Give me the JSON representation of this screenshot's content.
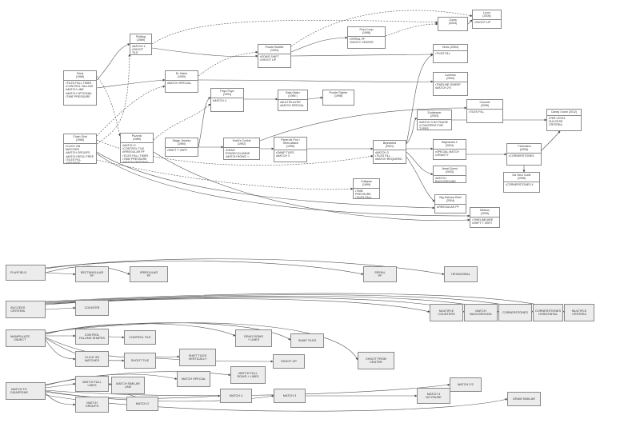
{
  "history": {
    "tetris": {
      "title": "Tetris\n(1985)",
      "items": "•TILES FALL TIMES\n•CONTROL FALLING\n•MATCH LINE\n•MATCH OPTIONAL\n•TIME PRESSURE"
    },
    "chain_shot": {
      "title": "Chain Shot\n(1985)",
      "items": "•CLICK ON MATCHES\n•MATCH GROUPS\n•MATCH REGL FREE\n•TILES FILL\n•OPTIMIZE"
    },
    "plotting": {
      "title": "Plotting\n(1989)",
      "items": "•MATCH 2\n•SHOOT TILE"
    },
    "puyo_puyo": {
      "title": "Puyo Puyo\n(1991)",
      "items": "•MATCH 4"
    },
    "dr_mario": {
      "title": "Dr. Mario\n(1990)",
      "items": "•MATCH SPECIAL"
    },
    "puzznic": {
      "title": "Puzznic\n(1989)",
      "items": "•MATCH 2\n•CONTROL TILE\n•IRREGULAR PF\n•TILES FALL TIMES\n•TIME PRESSURE\n•MATCH OPTIONAL"
    },
    "magic_jewelry": {
      "title": "Magic Jewelry\n(1990)",
      "items": "•SHIFT T VERT"
    },
    "puzzle_bobble": {
      "title": "Puzzle Bobble\n(1994)",
      "items": "•ROWS SHIFT\n•SHOOT UP"
    },
    "baku_baku": {
      "title": "Baku Baku\n(1995 )",
      "items": "•MULTIPLAYER\n•MATCH SPECIAL"
    },
    "puzzle_fighter": {
      "title": "Puzzle Fighter\n(1996)",
      "items": ""
    },
    "yoshis_cookie": {
      "title": "Yoshi's Cookie\n(1992)",
      "items": "•DRAG ROWS/COLUMNS\n•MATCH ROWS + LINES\n•TILES FILL TOP/RIGHT"
    },
    "panel_de_pon": {
      "title": "Panel de Pon  /\nTetris Attack\n(1995)",
      "items": "•SWAP TILES\n•MATCH 3"
    },
    "collapse": {
      "title": "Collapse\n(1999)",
      "items": "•TIME PRESSURE\n•TILES FALL TIMES"
    },
    "bejeweled": {
      "title": "Bejeweled\n(2001)",
      "items": "•MATCH 3\n•TILES FILL\n•MATCH REQUIRED"
    },
    "zookeeper": {
      "title": "Zookeeper\n(2003)",
      "items": "•MATCH 3 NO PAUSE\n•COUNTERS FOR TYPES"
    },
    "bejeweled_2": {
      "title": "Bejeweled 2\n(2004)",
      "items": "•SPECIAL MATCH\n•GRAVITY"
    },
    "jewel_quest": {
      "title": "Jewel Quest\n(2004)",
      "items": "•MATCH BACKGROUND"
    },
    "big_kahuna": {
      "title": "Big Kahuna Reef\n(2004)",
      "items": "•IRREGULAR PF"
    },
    "zuma": {
      "title": "Zuma\n(2003)",
      "items": ""
    },
    "luxor": {
      "title": "Luxor\n(2005)",
      "items": "•SHOOT UP"
    },
    "puzz_loop": {
      "title": "Puzz Loop\n(1998)",
      "items": "•SPIRAL PF\n•SHOOT CENTER"
    },
    "hexic": {
      "title": "Hexic (2004)",
      "items": "•TILES FILL"
    },
    "lumines": {
      "title": "Lumines\n(2004)",
      "items": "•TIMELINE SWEEP\n•MATCH 2*2"
    },
    "chuzzle": {
      "title": "Chuzzle\n(2005)",
      "items": "•TILES FILL"
    },
    "candy_crush": {
      "title": "Candy Crush (2012)",
      "items": "•PER LEVEL SUCCESS\nCRITERIA"
    },
    "seven_wonders": {
      "title": "7 Wonders\n(2006)",
      "items": "•CORNERSTONES"
    },
    "da_vinci_code": {
      "title": "Da Vinci Code\n(2006)",
      "items": "•CORNERSTONES 4"
    },
    "meteos": {
      "title": "Meteos\n(2005)",
      "items": "•TIMELINE/ARE\n•SHIFT T VERT"
    }
  },
  "taxonomy": {
    "playfield": "PLAYFIELD",
    "rectangular_pf": "RECTANGULAR\nPF",
    "irregular_pf": "IRREGULAR\nPF",
    "spiral_pf": "SPIRAL\nPF",
    "hexagonal": "HEXAGONAL",
    "success_criteria": "SUCCESS\nCRITERIA",
    "counter": "COUNTER",
    "multiple_counters": "MULTIPLE\nCOUNTERS",
    "match_background": "MATCH\nBACKGROUND",
    "cornerstones": "CORNERSTONES",
    "cornerstones_horizontal": "CORNERSTONES\nHORIZONTAL",
    "multiple_criteria": "MULTIPLE\nCRITERIA",
    "manipulate_object": "MANIPULATE\nOBJECT",
    "control_falling_shapes": "CONTROL\nFALLING SHAPES",
    "control_tile": "CONTROL TILE",
    "drag_rows_lines": "DRAG ROWS\n+ LINES",
    "swap_tiles": "SWAP TILES",
    "shoot_from_center": "SHOOT FROM\nCENTER",
    "click_on_matches": "CLICK ON\nMATCHES",
    "shoot_tile": "SHOOT TILE",
    "shift_tiles_vertically": "SHIFT TILES\nVERTICALLY",
    "shoot_up": "SHOOT UP",
    "match_to_disappear": "MATCH TO\nDISAPPEAR",
    "match_full_lines": "MATCH FULL\nLINES",
    "match_similar_line": "MATCH SIMILAR\nLINE",
    "match_special": "MATCH SPECIAL",
    "match_full_rows_lines": "MATCH FULL\nROWS + LINES",
    "match_groups": "MATCH\nGROUPS",
    "match_2": "MATCH 2",
    "match_4": "MATCH 4",
    "match_3": "MATCH 3",
    "match_3_no_pause": "MATCH 3\nNO PAUSE",
    "match_2x2": "MATCH 2*2",
    "draw_similar": "DRAW SIMILAR"
  }
}
